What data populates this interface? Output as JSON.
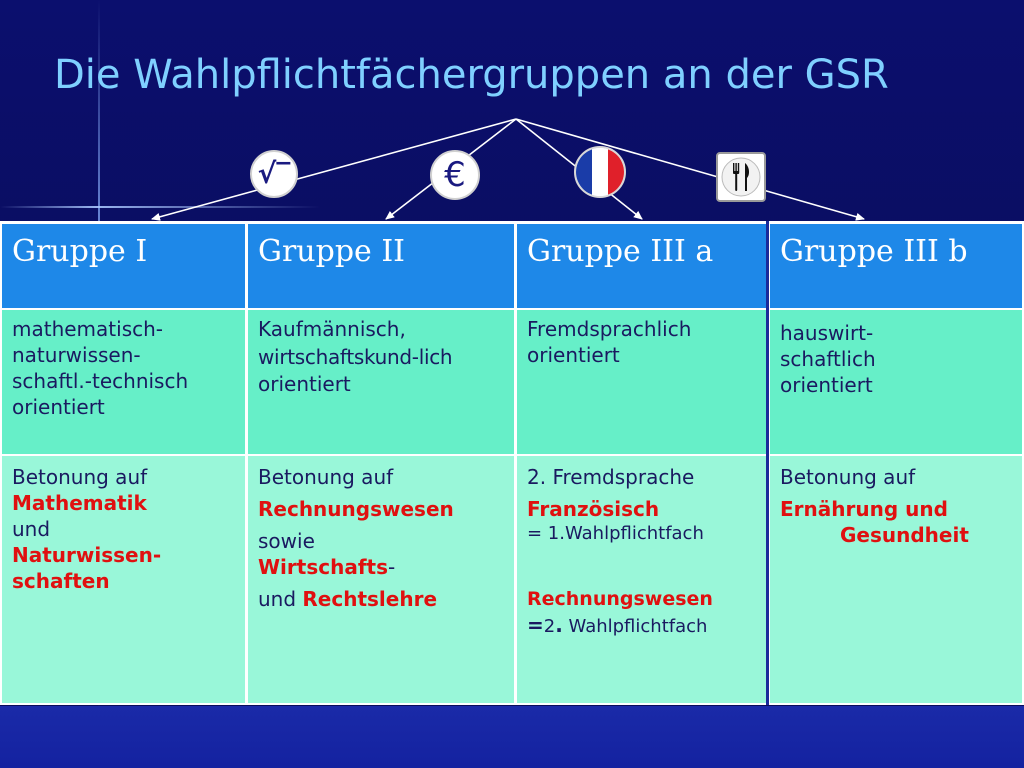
{
  "title": "Die Wahlpflichtfächergruppen an der GSR",
  "icons": {
    "sqrt": "√‾",
    "euro": "€"
  },
  "columns": [
    {
      "header": "Gruppe I",
      "orientation": "mathematisch-naturwissen-schaftl.-technisch orientiert",
      "orientation_lines": [
        "mathematisch-",
        "naturwissen-",
        "schaftl.-technisch",
        "orientiert"
      ],
      "emphasis_lines": [
        {
          "text": "Betonung auf",
          "style": "normal"
        },
        {
          "text": "Mathematik",
          "style": "red"
        },
        {
          "text": "und",
          "style": "normal"
        },
        {
          "text": "Naturwissen-",
          "style": "red"
        },
        {
          "text": "schaften",
          "style": "red"
        }
      ]
    },
    {
      "header": "Gruppe II",
      "orientation_lines": [
        "Kaufmännisch,",
        "wirtschaftskund-lich",
        "orientiert"
      ],
      "emphasis_lines": [
        {
          "text": "Betonung auf",
          "style": "normal"
        },
        {
          "text": "Rechnungswesen",
          "style": "red"
        },
        {
          "text": "sowie",
          "style": "normal"
        },
        {
          "text": "Wirtschafts",
          "style": "red"
        },
        {
          "text": "-",
          "style": "normal"
        },
        {
          "text": "und ",
          "style": "normal"
        },
        {
          "text": "Rechtslehre",
          "style": "red"
        }
      ]
    },
    {
      "header": "Gruppe III a",
      "orientation_lines": [
        "Fremdsprachlich",
        "orientiert"
      ],
      "emphasis_lines": [
        {
          "text": "2. Fremdsprache",
          "style": "normal"
        },
        {
          "text": "Französisch",
          "style": "red"
        },
        {
          "text": "= 1.Wahlpflichtfach",
          "style": "small"
        },
        {
          "text": "Rechnungswesen",
          "style": "red"
        },
        {
          "text": "=",
          "style": "bold"
        },
        {
          "text": "2",
          "style": "small"
        },
        {
          "text": ".",
          "style": "bold"
        },
        {
          "text": " Wahlpflichtfach",
          "style": "small"
        }
      ]
    },
    {
      "header": "Gruppe III b",
      "orientation_lines": [
        "hauswirt-",
        "schaftlich",
        "orientiert"
      ],
      "emphasis_lines": [
        {
          "text": "Betonung auf",
          "style": "normal"
        },
        {
          "text": "Ernährung und",
          "style": "red"
        },
        {
          "text": "Gesundheit",
          "style": "red"
        }
      ]
    }
  ],
  "colors": {
    "background": "#0b0f6e",
    "title": "#7fd0ff",
    "header_bg": "#1e88e8",
    "row2_bg": "#66efc8",
    "row3_bg": "#99f7d9",
    "emphasis_red": "#e01010",
    "body_text": "#1a1a60"
  }
}
